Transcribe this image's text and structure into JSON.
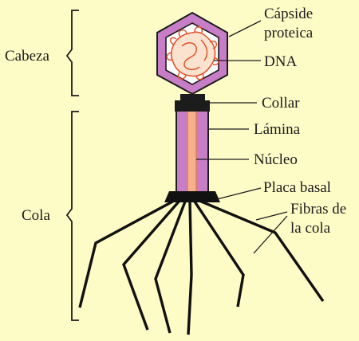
{
  "background": "#fdfbc6",
  "colors": {
    "capsid_outer": "#c77ec6",
    "capsid_inner": "#ffffff",
    "dna_fill": "#fbe2cf",
    "dna_stroke": "#e0552c",
    "sheath": "#c77ec6",
    "core": "#f7b089",
    "core_stroke": "#e67a50",
    "ink": "#1c1c1c"
  },
  "labels": {
    "head_group": "Cabeza",
    "tail_group": "Cola",
    "capsid_line1": "Cápside",
    "capsid_line2": "proteica",
    "dna": "DNA",
    "collar": "Collar",
    "sheath": "Lámina",
    "core": "Núcleo",
    "base_plate": "Placa basal",
    "tail_fibers_line1": "Fibras de",
    "tail_fibers_line2": "la cola"
  }
}
